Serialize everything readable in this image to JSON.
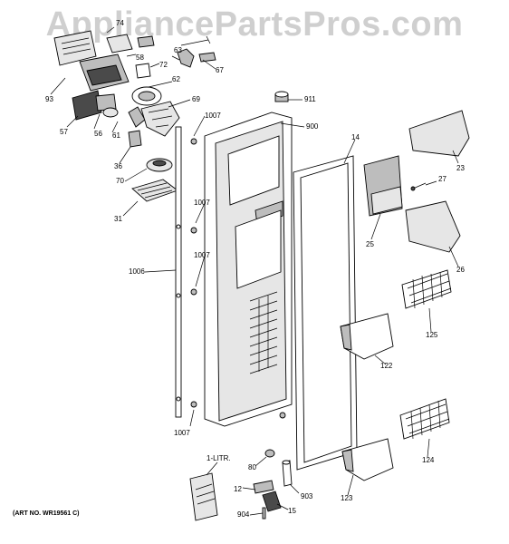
{
  "watermark": "AppliancePartsPros.com",
  "art_number": "(ART NO. WR19561 C)",
  "callouts": [
    {
      "id": "c74",
      "text": "74"
    },
    {
      "id": "c58",
      "text": "58"
    },
    {
      "id": "c72",
      "text": "72"
    },
    {
      "id": "c63",
      "text": "63"
    },
    {
      "id": "c67",
      "text": "67"
    },
    {
      "id": "c62",
      "text": "62"
    },
    {
      "id": "c93",
      "text": "93"
    },
    {
      "id": "c69",
      "text": "69"
    },
    {
      "id": "c57",
      "text": "57"
    },
    {
      "id": "c56",
      "text": "56"
    },
    {
      "id": "c61",
      "text": "61"
    },
    {
      "id": "c36",
      "text": "36"
    },
    {
      "id": "c70",
      "text": "70"
    },
    {
      "id": "c31",
      "text": "31"
    },
    {
      "id": "c911",
      "text": "911"
    },
    {
      "id": "c900",
      "text": "900"
    },
    {
      "id": "c1007a",
      "text": "1007"
    },
    {
      "id": "c1007b",
      "text": "1007"
    },
    {
      "id": "c1007c",
      "text": "1007"
    },
    {
      "id": "c1007d",
      "text": "1007"
    },
    {
      "id": "c1006",
      "text": "1006"
    },
    {
      "id": "c14",
      "text": "14"
    },
    {
      "id": "c23",
      "text": "23"
    },
    {
      "id": "c27",
      "text": "27"
    },
    {
      "id": "c25",
      "text": "25"
    },
    {
      "id": "c26",
      "text": "26"
    },
    {
      "id": "c125",
      "text": "125"
    },
    {
      "id": "c122",
      "text": "122"
    },
    {
      "id": "c124",
      "text": "124"
    },
    {
      "id": "c1litr",
      "text": "1-LITR."
    },
    {
      "id": "c80",
      "text": "80"
    },
    {
      "id": "c12",
      "text": "12"
    },
    {
      "id": "c903",
      "text": "903"
    },
    {
      "id": "c123",
      "text": "123"
    },
    {
      "id": "c904",
      "text": "904"
    },
    {
      "id": "c15",
      "text": "15"
    }
  ]
}
